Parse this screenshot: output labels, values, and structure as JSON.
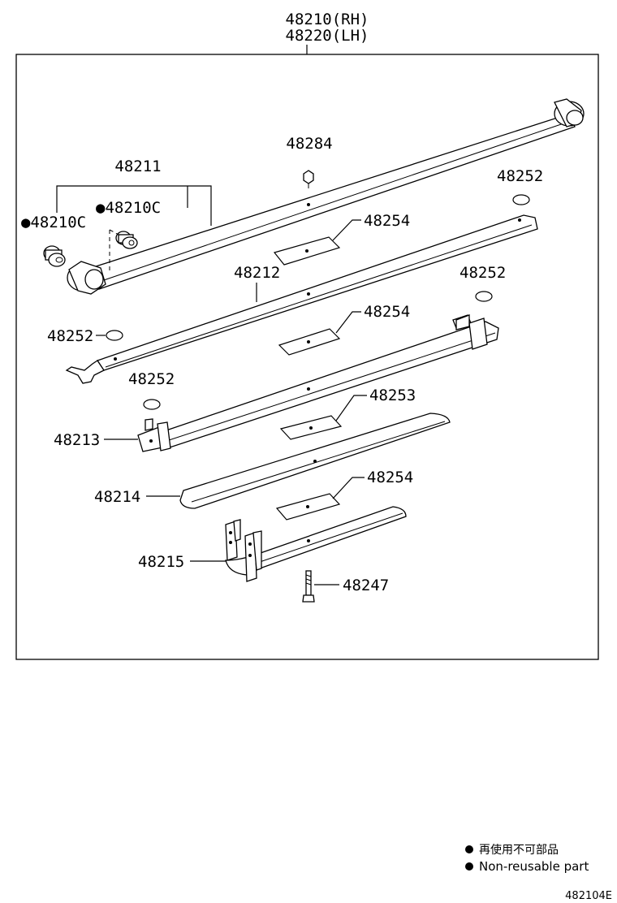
{
  "header": {
    "assembly_rh": "48210(RH)",
    "assembly_lh": "48220(LH)"
  },
  "parts": {
    "p48284": "48284",
    "p48211": "48211",
    "p48210c_a": "●48210C",
    "p48210c_b": "●48210C",
    "p48252_a": "48252",
    "p48254_a": "48254",
    "p48212": "48212",
    "p48252_b": "48252",
    "p48254_b": "48254",
    "p48252_c": "48252",
    "p48252_d": "48252",
    "p48253": "48253",
    "p48213": "48213",
    "p48214": "48214",
    "p48254_c": "48254",
    "p48215": "48215",
    "p48247": "48247"
  },
  "legend": {
    "japanese": "再使用不可部品",
    "english": "Non-reusable part"
  },
  "figure_code": "482104E"
}
